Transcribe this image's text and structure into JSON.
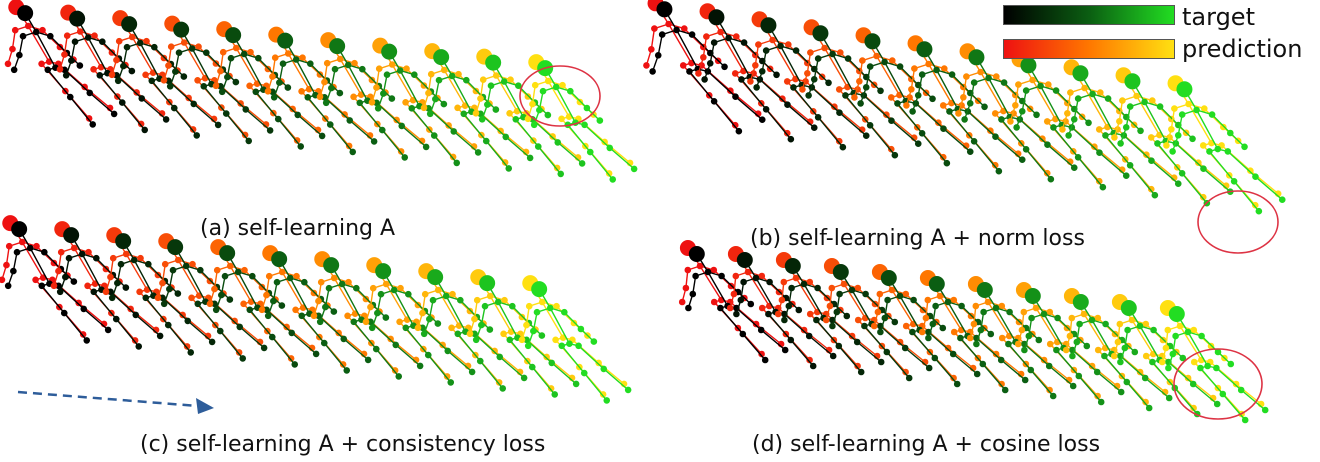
{
  "legend": {
    "target": {
      "label": "target",
      "colors": [
        "#000000",
        "#0b5e12",
        "#22dd22"
      ]
    },
    "prediction": {
      "label": "prediction",
      "colors": [
        "#ee1111",
        "#ff7700",
        "#ffe011"
      ]
    }
  },
  "panels": [
    {
      "id": "a",
      "caption": "(a)  self-learning A",
      "highlight": "end-pose head (circled)"
    },
    {
      "id": "b",
      "caption": "(b) self-learning A + norm loss",
      "highlight": "end-pose feet (circled)"
    },
    {
      "id": "c",
      "caption": "(c) self-learning A + consistency loss",
      "highlight": "motion direction arrow"
    },
    {
      "id": "d",
      "caption": "(d) self-learning A + cosine loss",
      "highlight": "end-pose body (circled)"
    }
  ],
  "colors": {
    "highlight_circle": "#dd3344",
    "direction_arrow": "#2e5d9a"
  }
}
